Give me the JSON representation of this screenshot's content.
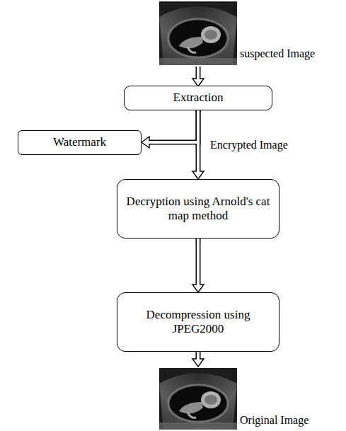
{
  "diagram": {
    "nodes": [
      {
        "text": [
          "Extraction"
        ]
      },
      {
        "text": [
          "Watermark"
        ]
      },
      {
        "text": [
          "Decryption using Arnold's cat map method"
        ]
      },
      {
        "text": [
          "Decompression using JPEG2000"
        ]
      }
    ],
    "edges": [
      {
        "from": 0,
        "to": 1,
        "arrow": "to"
      },
      {
        "from": 0,
        "to": 2,
        "label": "Encrypted Image",
        "arrow": "to"
      },
      {
        "from": 2,
        "to": 3,
        "arrow": "to"
      }
    ],
    "labels": [
      "suspected Image",
      "Original Image"
    ]
  }
}
